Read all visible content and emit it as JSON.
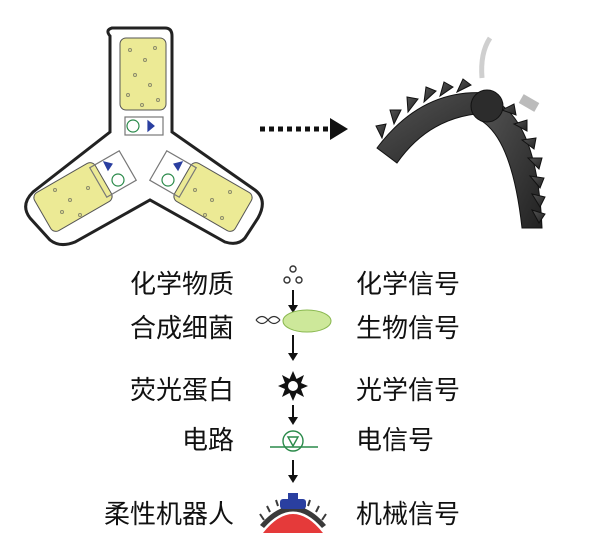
{
  "flow": [
    {
      "left": "化学物质",
      "right": "化学信号",
      "icon": "chemical-dots-icon"
    },
    {
      "left": "合成细菌",
      "right": "生物信号",
      "icon": "bacteria-dna-icon"
    },
    {
      "left": "荧光蛋白",
      "right": "光学信号",
      "icon": "light-sun-icon"
    },
    {
      "left": "电路",
      "right": "电信号",
      "icon": "circuit-icon"
    },
    {
      "left": "柔性机器人",
      "right": "机械信号",
      "icon": "soft-robot-icon"
    }
  ],
  "colors": {
    "cell_fill": "#ecea95",
    "bacteria_green": "#cde89a",
    "robot_dark": "#3a3a3a",
    "robot_red": "#e53a3a",
    "robot_blue": "#2a3fa0",
    "circuit_green": "#2a8a4a"
  }
}
